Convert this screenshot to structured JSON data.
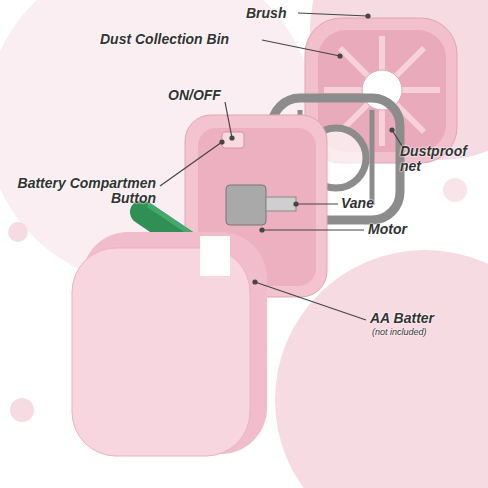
{
  "diagram": {
    "labels": [
      "Brush",
      "Dust Collection Bin",
      "ON/OFF",
      "Dustproof net",
      "Battery Compartmen Button",
      "Vane",
      "Motor",
      "AA Batter",
      "(not included)"
    ]
  }
}
